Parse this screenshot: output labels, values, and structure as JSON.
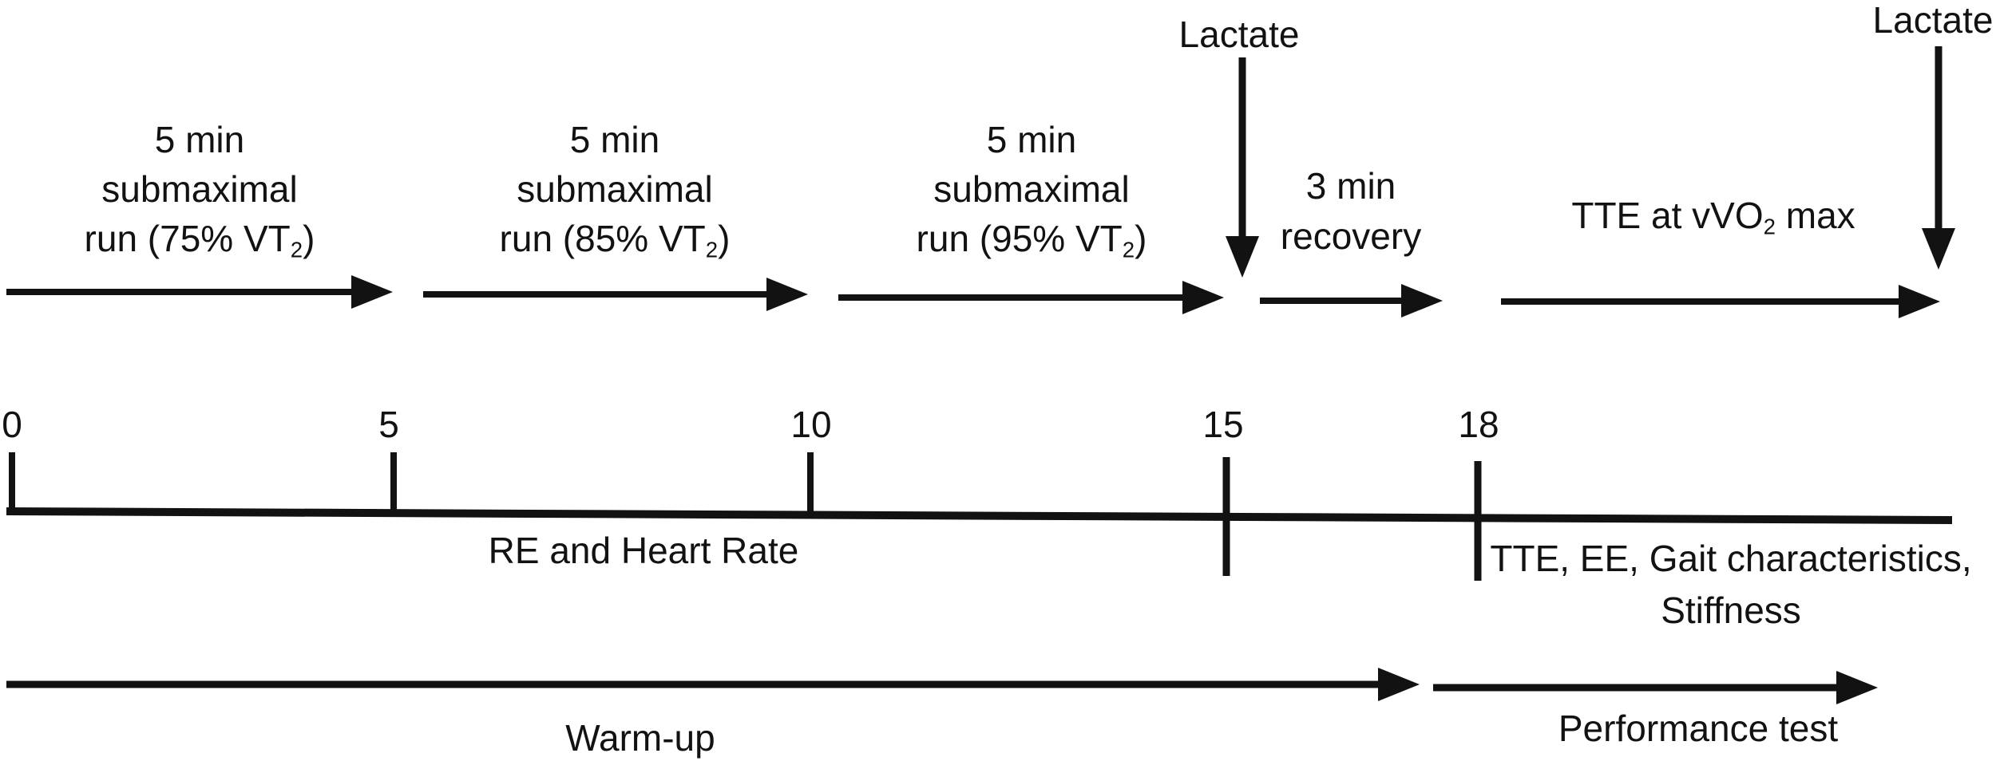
{
  "colors": {
    "ink": "#121212",
    "background": "#ffffff"
  },
  "stages": [
    {
      "line1": "5 min",
      "line2": "submaximal",
      "line3_pre": "run (75% VT",
      "line3_sub": "2",
      "line3_post": ")"
    },
    {
      "line1": "5 min",
      "line2": "submaximal",
      "line3_pre": "run (85% VT",
      "line3_sub": "2",
      "line3_post": ")"
    },
    {
      "line1": "5 min",
      "line2": "submaximal",
      "line3_pre": "run (95% VT",
      "line3_sub": "2",
      "line3_post": ")"
    }
  ],
  "lactate_labels": [
    "Lactate",
    "Lactate"
  ],
  "recovery": {
    "line1": "3 min",
    "line2": "recovery"
  },
  "tte_label": {
    "pre": "TTE at vVO",
    "sub": "2",
    "post": " max"
  },
  "timeline": {
    "ticks": [
      "0",
      "5",
      "10",
      "15",
      "18"
    ]
  },
  "measures": {
    "re_hr": "RE and Heart Rate",
    "outcomes_line1": "TTE, EE, Gait characteristics,",
    "outcomes_line2": "Stiffness"
  },
  "phases": {
    "warmup": "Warm-up",
    "performance": "Performance test"
  }
}
